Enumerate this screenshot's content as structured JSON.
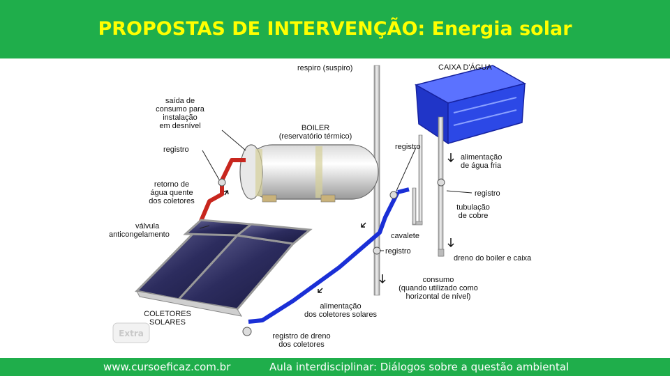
{
  "header": {
    "title": "PROPOSTAS DE INTERVENÇÃO: Energia solar"
  },
  "labels": {
    "respiro": "respiro (suspiro)",
    "caixa": "CAIXA D'ÁGUA",
    "saida_1": "saída de",
    "saida_2": "consumo para",
    "saida_3": "instalação",
    "saida_4": "em desnível",
    "boiler_1": "BOILER",
    "boiler_2": "(reservatório térmico)",
    "registro_left": "registro",
    "registro_top": "registro",
    "alim_fria_1": "alimentação",
    "alim_fria_2": "de água fria",
    "retorno_1": "retorno de",
    "retorno_2": "água quente",
    "retorno_3": "dos coletores",
    "registro_right": "registro",
    "tubulacao_1": "tubulação",
    "tubulacao_2": "de cobre",
    "valvula_1": "válvula",
    "valvula_2": "anticongelamento",
    "cavalete": "cavalete",
    "registro_mid": "registro",
    "dreno": "dreno do boiler e caixa",
    "consumo_1": "consumo",
    "consumo_2": "(quando utilizado como",
    "consumo_3": "horizontal de nível)",
    "alim_col_1": "alimentação",
    "alim_col_2": "dos coletores solares",
    "coletores_1": "COLETORES",
    "coletores_2": "SOLARES",
    "reg_dreno_1": "registro de dreno",
    "reg_dreno_2": "dos coletores",
    "logo": "Extra"
  },
  "footer": {
    "left": "www.cursoeficaz.com.br",
    "right": "Aula interdisciplinar: Diálogos sobre a questão ambiental"
  },
  "colors": {
    "header_bg": "#1fae4b",
    "title": "#ffff00",
    "cold_pipe": "#1a2fd6",
    "hot_pipe": "#c8261e",
    "tank": "#2845e0"
  }
}
